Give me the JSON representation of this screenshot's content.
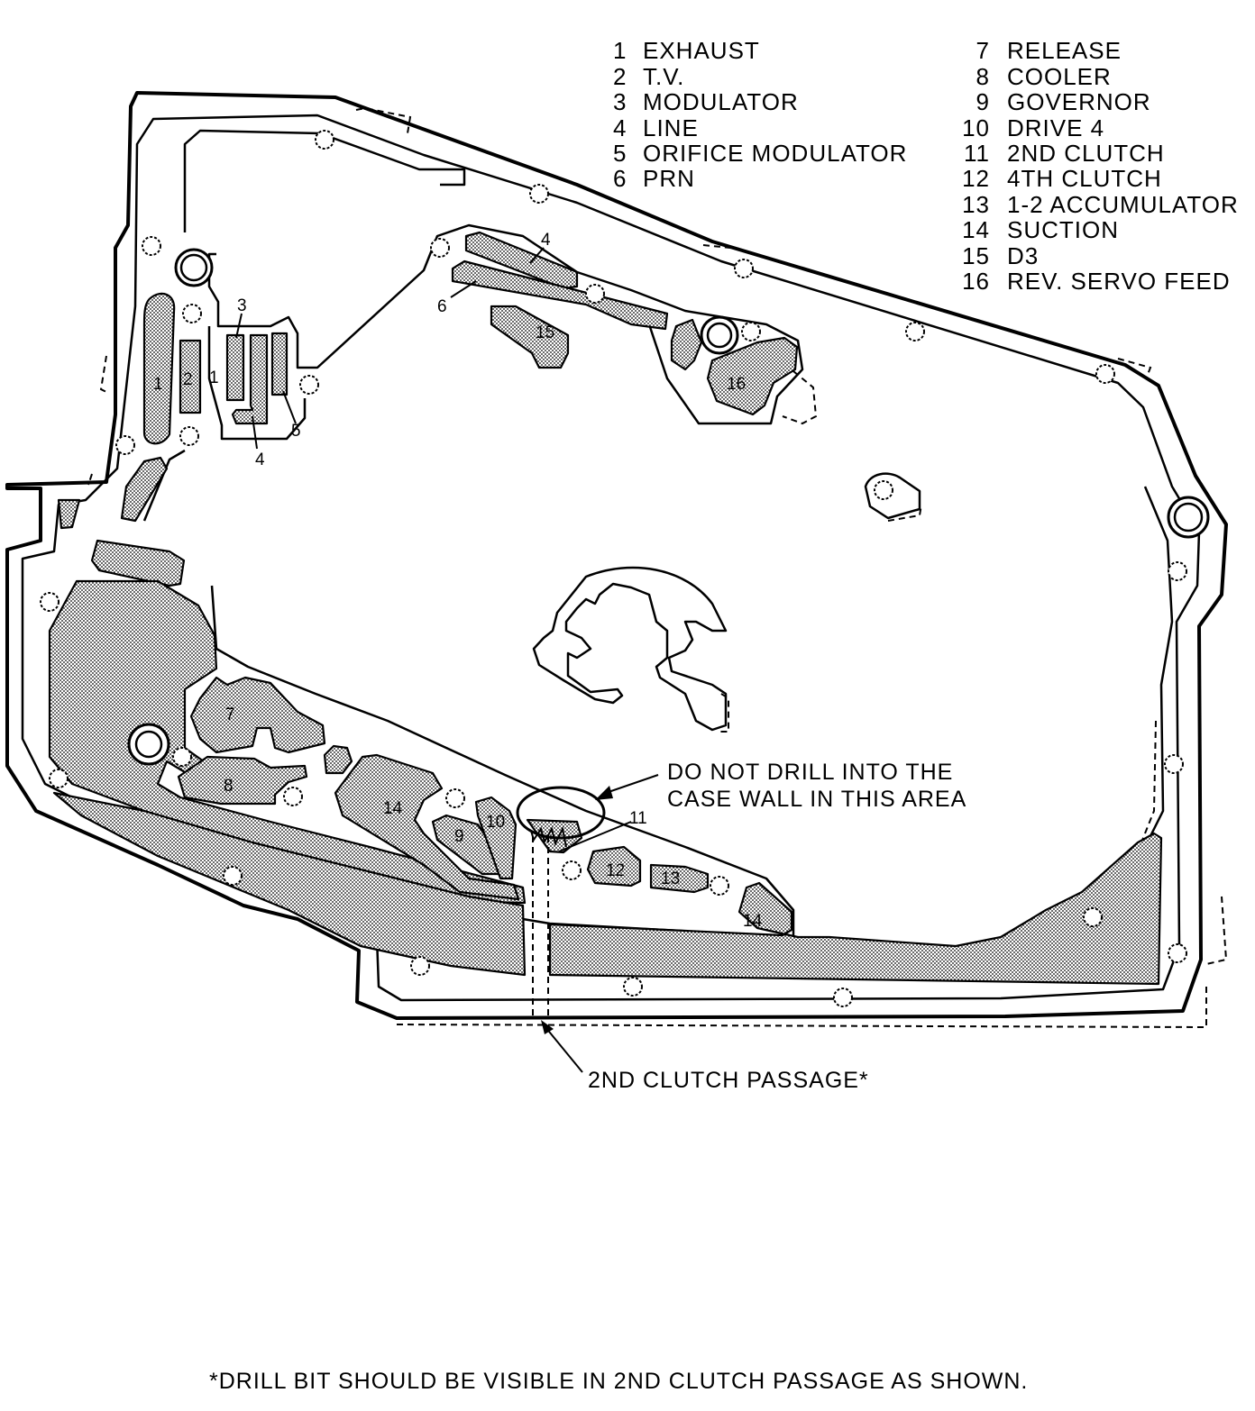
{
  "legend_left": [
    {
      "num": "1",
      "name": "EXHAUST"
    },
    {
      "num": "2",
      "name": "T.V."
    },
    {
      "num": "3",
      "name": "MODULATOR"
    },
    {
      "num": "4",
      "name": "LINE"
    },
    {
      "num": "5",
      "name": "ORIFICE MODULATOR"
    },
    {
      "num": "6",
      "name": "PRN"
    }
  ],
  "legend_right": [
    {
      "num": "7",
      "name": "RELEASE"
    },
    {
      "num": "8",
      "name": "COOLER"
    },
    {
      "num": "9",
      "name": "GOVERNOR"
    },
    {
      "num": "10",
      "name": "DRIVE 4"
    },
    {
      "num": "11",
      "name": "2ND CLUTCH"
    },
    {
      "num": "12",
      "name": "4TH CLUTCH"
    },
    {
      "num": "13",
      "name": "1-2 ACCUMULATOR"
    },
    {
      "num": "14",
      "name": "SUCTION"
    },
    {
      "num": "15",
      "name": "D3"
    },
    {
      "num": "16",
      "name": "REV. SERVO FEED"
    }
  ],
  "callouts": {
    "warning_line1": "DO NOT DRILL INTO THE",
    "warning_line2": "CASE WALL IN THIS AREA",
    "passage": "2ND CLUTCH PASSAGE*",
    "footnote": "*DRILL BIT SHOULD BE VISIBLE IN 2ND CLUTCH PASSAGE AS SHOWN."
  },
  "passage_labels": {
    "p1a": "1",
    "p2": "2",
    "p1b": "1",
    "p3": "3",
    "p4a": "4",
    "p5": "5",
    "p4b": "4",
    "p6": "6",
    "p15": "15",
    "p16": "16",
    "p7": "7",
    "p8": "8",
    "p14a": "14",
    "p9": "9",
    "p10": "10",
    "p11": "11",
    "p12": "12",
    "p13": "13",
    "p14b": "14"
  }
}
